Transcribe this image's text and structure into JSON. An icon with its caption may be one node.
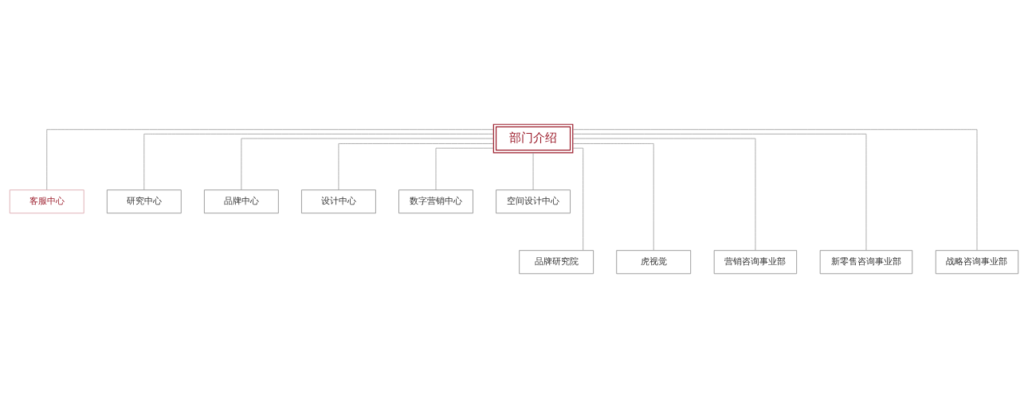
{
  "diagram": {
    "nodes": [
      {
        "text": [
          "部门介绍"
        ]
      },
      {
        "text": [
          "客服中心"
        ]
      },
      {
        "text": [
          "研究中心"
        ]
      },
      {
        "text": [
          "品牌中心"
        ]
      },
      {
        "text": [
          "设计中心"
        ]
      },
      {
        "text": [
          "数字营销中心"
        ]
      },
      {
        "text": [
          "空间设计中心"
        ]
      },
      {
        "text": [
          "品牌研究院"
        ]
      },
      {
        "text": [
          "虎视觉"
        ]
      },
      {
        "text": [
          "营销咨询事业部"
        ]
      },
      {
        "text": [
          "新零售咨询事业部"
        ]
      },
      {
        "text": [
          "战略咨询事业部"
        ]
      }
    ],
    "edges": [
      {
        "from": 0,
        "to": 1,
        "arrow": "none"
      },
      {
        "from": 0,
        "to": 2,
        "arrow": "none"
      },
      {
        "from": 0,
        "to": 3,
        "arrow": "none"
      },
      {
        "from": 0,
        "to": 4,
        "arrow": "none"
      },
      {
        "from": 0,
        "to": 5,
        "arrow": "none"
      },
      {
        "from": 0,
        "to": 6,
        "arrow": "none"
      },
      {
        "from": 0,
        "to": 7,
        "arrow": "none"
      },
      {
        "from": 0,
        "to": 8,
        "arrow": "none"
      },
      {
        "from": 0,
        "to": 9,
        "arrow": "none"
      },
      {
        "from": 0,
        "to": 10,
        "arrow": "none"
      },
      {
        "from": 0,
        "to": 11,
        "arrow": "none"
      }
    ]
  }
}
